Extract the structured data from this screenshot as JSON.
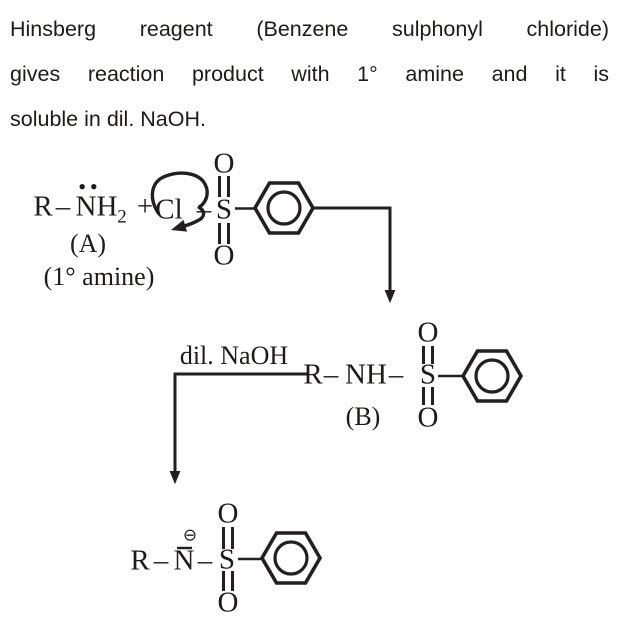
{
  "intro": {
    "lines": [
      "Hinsberg reagent (Benzene sulphonyl chloride)",
      "gives reaction product with 1° amine and it is",
      "soluble in dil. NaOH."
    ]
  },
  "scheme": {
    "amine": {
      "r": "R",
      "bond": "–",
      "n": "N",
      "lone_pair": "••",
      "h": "H",
      "h_sub": "2",
      "plus": "+",
      "label": "(A)",
      "sublabel": "(1° amine)"
    },
    "chloride": {
      "cl": "Cl",
      "bond": "–",
      "s": "S",
      "o_top": "O",
      "o_bottom": "O"
    },
    "step": {
      "reagent": "dil. NaOH"
    },
    "product_b": {
      "r": "R",
      "bond1": "–",
      "nh": "NH",
      "bond2": "–",
      "s": "S",
      "o_top": "O",
      "o_bottom": "O",
      "label": "(B)"
    },
    "product_c": {
      "r": "R",
      "bond1": "–",
      "n": "N",
      "charge": "⊖",
      "bond2": "–",
      "s": "S",
      "o_top": "O",
      "o_bottom": "O"
    }
  }
}
